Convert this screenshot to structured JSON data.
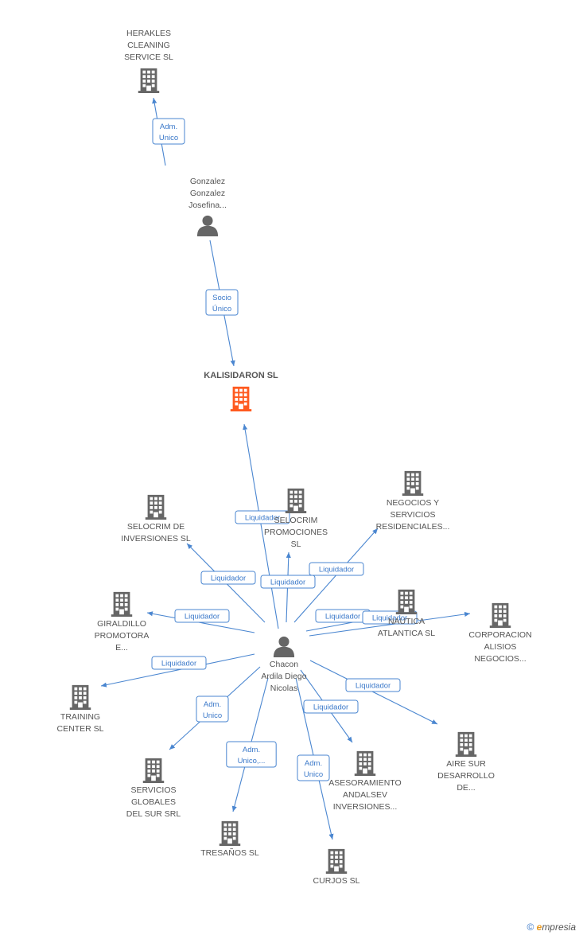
{
  "colors": {
    "edge": "#4a86d0",
    "node": "#666666",
    "highlight": "#ff5a1f"
  },
  "nodes": [
    {
      "id": "herakles",
      "type": "company",
      "lines": [
        "HERAKLES",
        "CLEANING",
        "SERVICE  SL"
      ]
    },
    {
      "id": "gonzalez",
      "type": "person",
      "lines": [
        "Gonzalez",
        "Gonzalez",
        "Josefina..."
      ]
    },
    {
      "id": "kalisidaron",
      "type": "company",
      "highlight": true,
      "lines": [
        "KALISIDARON SL"
      ]
    },
    {
      "id": "chacon",
      "type": "person",
      "lines": [
        "Chacon",
        "Ardila Diego",
        "Nicolas"
      ]
    },
    {
      "id": "selocrim-inv",
      "type": "company",
      "lines": [
        "SELOCRIM DE",
        "INVERSIONES SL"
      ]
    },
    {
      "id": "selocrim-prom",
      "type": "company",
      "lines": [
        "SELOCRIM",
        "PROMOCIONES",
        "SL"
      ]
    },
    {
      "id": "negocios",
      "type": "company",
      "lines": [
        "NEGOCIOS Y",
        "SERVICIOS",
        "RESIDENCIALES..."
      ]
    },
    {
      "id": "giraldillo",
      "type": "company",
      "lines": [
        "GIRALDILLO",
        "PROMOTORA",
        "E..."
      ]
    },
    {
      "id": "nautica",
      "type": "company",
      "lines": [
        "NAUTICA",
        "ATLANTICA SL"
      ]
    },
    {
      "id": "corporacion",
      "type": "company",
      "lines": [
        "CORPORACION",
        "ALISIOS",
        "NEGOCIOS..."
      ]
    },
    {
      "id": "training",
      "type": "company",
      "lines": [
        "TRAINING",
        "CENTER SL"
      ]
    },
    {
      "id": "servicios",
      "type": "company",
      "lines": [
        "SERVICIOS",
        "GLOBALES",
        "DEL SUR SRL"
      ]
    },
    {
      "id": "asesoramiento",
      "type": "company",
      "lines": [
        "ASESORAMIENTO",
        "ANDALSEV",
        "INVERSIONES..."
      ]
    },
    {
      "id": "aire",
      "type": "company",
      "lines": [
        "AIRE SUR",
        "DESARROLLO",
        "DE..."
      ]
    },
    {
      "id": "tresanos",
      "type": "company",
      "lines": [
        "TRESAÑOS SL"
      ]
    },
    {
      "id": "curjos",
      "type": "company",
      "lines": [
        "CURJOS SL"
      ]
    }
  ],
  "edges": [
    {
      "from": "gonzalez",
      "to": "herakles",
      "lines": [
        "Adm.",
        "Unico"
      ]
    },
    {
      "from": "gonzalez",
      "to": "kalisidaron",
      "lines": [
        "Socio",
        "Único"
      ]
    },
    {
      "from": "chacon",
      "to": "kalisidaron",
      "lines": [
        "Liquidador"
      ]
    },
    {
      "from": "chacon",
      "to": "selocrim-inv",
      "lines": [
        "Liquidador"
      ]
    },
    {
      "from": "chacon",
      "to": "selocrim-prom",
      "lines": [
        "Liquidador"
      ]
    },
    {
      "from": "chacon",
      "to": "negocios",
      "lines": [
        "Liquidador"
      ]
    },
    {
      "from": "chacon",
      "to": "giraldillo",
      "lines": [
        "Liquidador"
      ]
    },
    {
      "from": "chacon",
      "to": "nautica",
      "lines": [
        "Liquidador"
      ]
    },
    {
      "from": "chacon",
      "to": "corporacion",
      "lines": [
        "Liquidador"
      ]
    },
    {
      "from": "chacon",
      "to": "training",
      "lines": [
        "Liquidador"
      ]
    },
    {
      "from": "chacon",
      "to": "aire",
      "lines": [
        "Liquidador"
      ]
    },
    {
      "from": "chacon",
      "to": "asesoramiento",
      "lines": [
        "Liquidador"
      ]
    },
    {
      "from": "chacon",
      "to": "servicios",
      "lines": [
        "Adm.",
        "Unico"
      ]
    },
    {
      "from": "chacon",
      "to": "tresanos",
      "lines": [
        "Adm.",
        "Unico,..."
      ]
    },
    {
      "from": "chacon",
      "to": "curjos",
      "lines": [
        "Adm.",
        "Unico"
      ]
    }
  ],
  "footer": {
    "copyright": "©",
    "brand_initial": "e",
    "brand_rest": "mpresia"
  }
}
